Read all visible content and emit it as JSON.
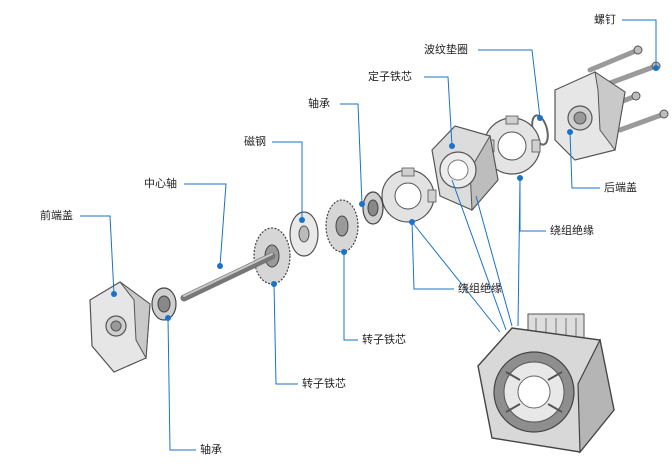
{
  "labels": {
    "screw": "螺钉",
    "wave_washer": "波纹垫圈",
    "stator_core": "定子铁芯",
    "bearing_top": "轴承",
    "magnet": "磁钢",
    "center_shaft": "中心轴",
    "front_cover": "前端盖",
    "rear_cover": "后端盖",
    "winding_insulation_right": "绕组绝缘",
    "winding_insulation_center": "绕组绝缘",
    "rotor_core_center": "转子铁芯",
    "rotor_core_bottom": "转子铁芯",
    "bearing_bottom": "轴承"
  },
  "colors": {
    "leader": "#1a73c8",
    "dot": "#1a73c8",
    "part_light": "#e6e6e6",
    "part_mid": "#bdbdbd",
    "part_dark": "#8a8a8a",
    "outline": "#555555"
  }
}
